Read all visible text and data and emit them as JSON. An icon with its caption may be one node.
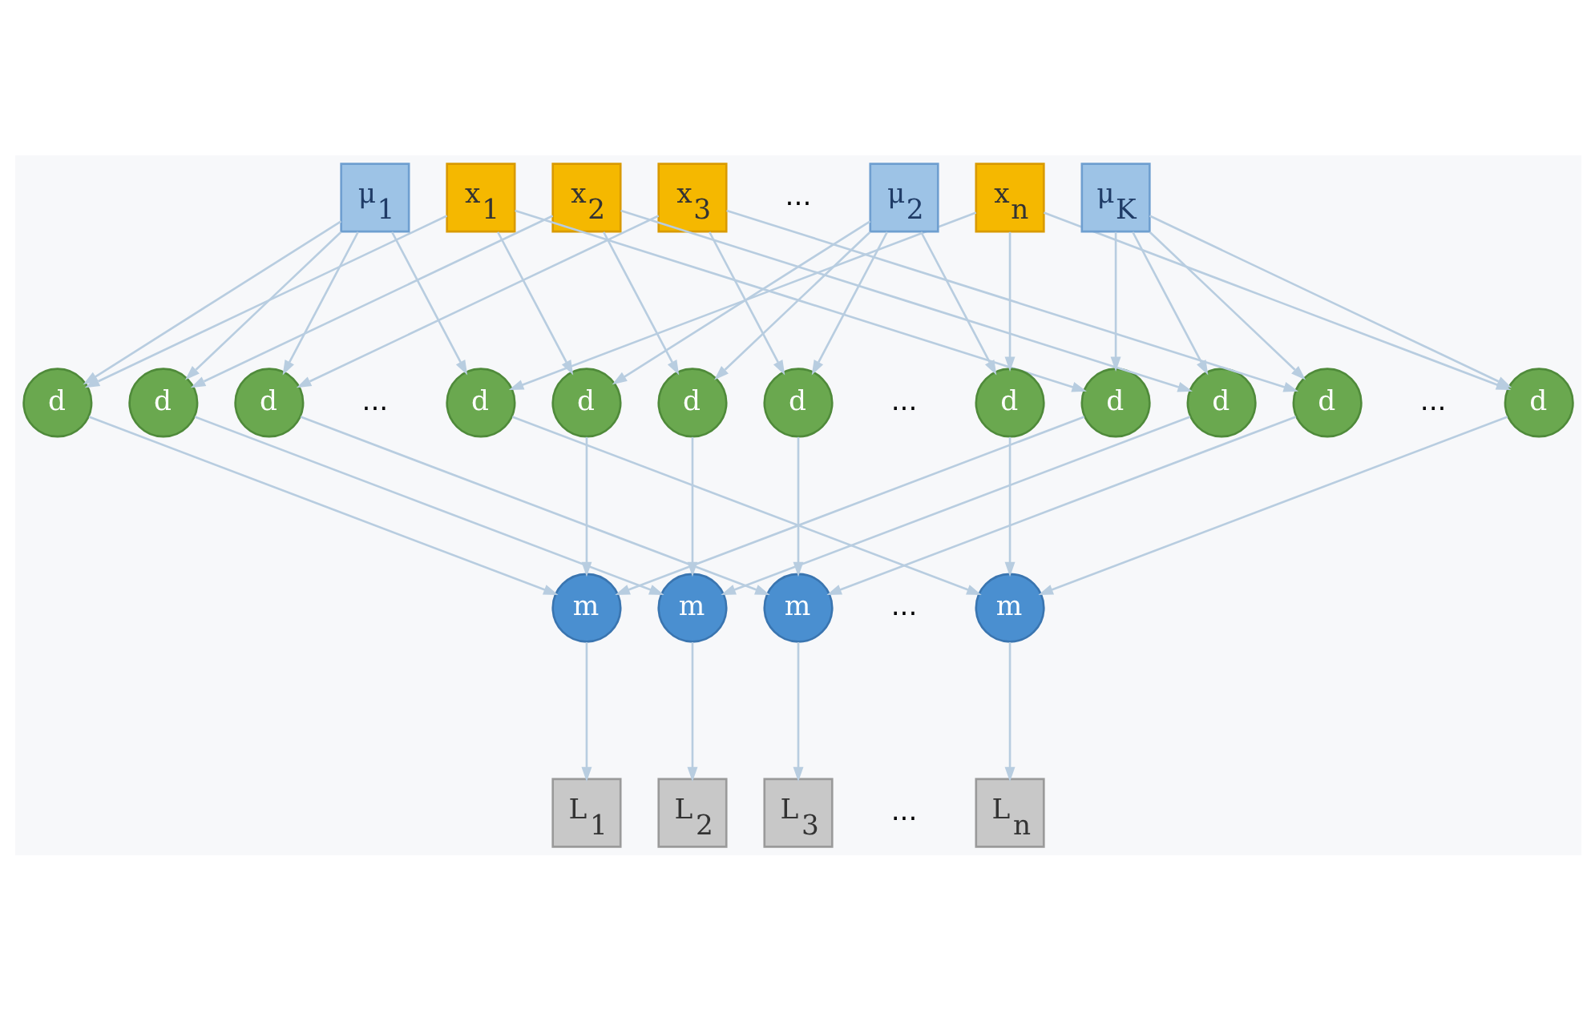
{
  "diagram": {
    "nodes": [
      {
        "text": [
          "x$_{1}$"
        ]
      },
      {
        "text": [
          "x$_{2}$"
        ]
      },
      {
        "text": [
          "x$_{3}$"
        ]
      },
      {
        "text": [
          "x$_{n}$"
        ]
      },
      {
        "text": [
          "μ$_{1}$"
        ]
      },
      {
        "text": [
          "μ$_{K}$"
        ]
      },
      {
        "text": [
          "μ$_{2}$"
        ]
      },
      {
        "text": [
          "d"
        ]
      },
      {
        "text": [
          "d"
        ]
      },
      {
        "text": [
          "d"
        ]
      },
      {
        "text": [
          "d"
        ]
      },
      {
        "text": [
          "d"
        ]
      },
      {
        "text": [
          "d"
        ]
      },
      {
        "text": [
          "d"
        ]
      },
      {
        "text": [
          "d"
        ]
      },
      {
        "text": [
          "d"
        ]
      },
      {
        "text": [
          "d"
        ]
      },
      {
        "text": [
          "d"
        ]
      },
      {
        "text": [
          "d"
        ]
      },
      {
        "text": [
          "m"
        ]
      },
      {
        "text": [
          "m"
        ]
      },
      {
        "text": [
          "m"
        ]
      },
      {
        "text": [
          "m"
        ]
      },
      {
        "text": [
          "L$_{1}$"
        ]
      },
      {
        "text": [
          "L$_{2}$"
        ]
      },
      {
        "text": [
          "L$_{3}$"
        ]
      },
      {
        "text": [
          "L$_{n}$"
        ]
      }
    ],
    "edges": [
      {
        "from": 0,
        "to": 7,
        "arrow": "to"
      },
      {
        "from": 1,
        "to": 8,
        "arrow": "to"
      },
      {
        "from": 2,
        "to": 9,
        "arrow": "to"
      },
      {
        "from": 3,
        "to": 10,
        "arrow": "to"
      },
      {
        "from": 0,
        "to": 11,
        "arrow": "to"
      },
      {
        "from": 1,
        "to": 12,
        "arrow": "to"
      },
      {
        "from": 2,
        "to": 13,
        "arrow": "to"
      },
      {
        "from": 3,
        "to": 14,
        "arrow": "to"
      },
      {
        "from": 0,
        "to": 15,
        "arrow": "to"
      },
      {
        "from": 1,
        "to": 16,
        "arrow": "to"
      },
      {
        "from": 2,
        "to": 17,
        "arrow": "to"
      },
      {
        "from": 3,
        "to": 18,
        "arrow": "to"
      },
      {
        "from": 4,
        "to": 7,
        "arrow": "to"
      },
      {
        "from": 4,
        "to": 8,
        "arrow": "to"
      },
      {
        "from": 4,
        "to": 9,
        "arrow": "to"
      },
      {
        "from": 4,
        "to": 10,
        "arrow": "to"
      },
      {
        "from": 6,
        "to": 11,
        "arrow": "to"
      },
      {
        "from": 6,
        "to": 12,
        "arrow": "to"
      },
      {
        "from": 6,
        "to": 13,
        "arrow": "to"
      },
      {
        "from": 6,
        "to": 14,
        "arrow": "to"
      },
      {
        "from": 5,
        "to": 15,
        "arrow": "to"
      },
      {
        "from": 5,
        "to": 16,
        "arrow": "to"
      },
      {
        "from": 5,
        "to": 17,
        "arrow": "to"
      },
      {
        "from": 5,
        "to": 18,
        "arrow": "to"
      },
      {
        "from": 7,
        "to": 19,
        "arrow": "to"
      },
      {
        "from": 11,
        "to": 19,
        "arrow": "to"
      },
      {
        "from": 15,
        "to": 19,
        "arrow": "to"
      },
      {
        "from": 8,
        "to": 20,
        "arrow": "to"
      },
      {
        "from": 12,
        "to": 20,
        "arrow": "to"
      },
      {
        "from": 16,
        "to": 20,
        "arrow": "to"
      },
      {
        "from": 9,
        "to": 21,
        "arrow": "to"
      },
      {
        "from": 13,
        "to": 21,
        "arrow": "to"
      },
      {
        "from": 17,
        "to": 21,
        "arrow": "to"
      },
      {
        "from": 10,
        "to": 22,
        "arrow": "to"
      },
      {
        "from": 14,
        "to": 22,
        "arrow": "to"
      },
      {
        "from": 18,
        "to": 22,
        "arrow": "to"
      },
      {
        "from": 19,
        "to": 23,
        "arrow": "to"
      },
      {
        "from": 20,
        "to": 24,
        "arrow": "to"
      },
      {
        "from": 21,
        "to": 25,
        "arrow": "to"
      },
      {
        "from": 22,
        "to": 26,
        "arrow": "to"
      }
    ],
    "labels": [
      "...",
      "...",
      "...",
      "...",
      "...",
      "..."
    ]
  }
}
